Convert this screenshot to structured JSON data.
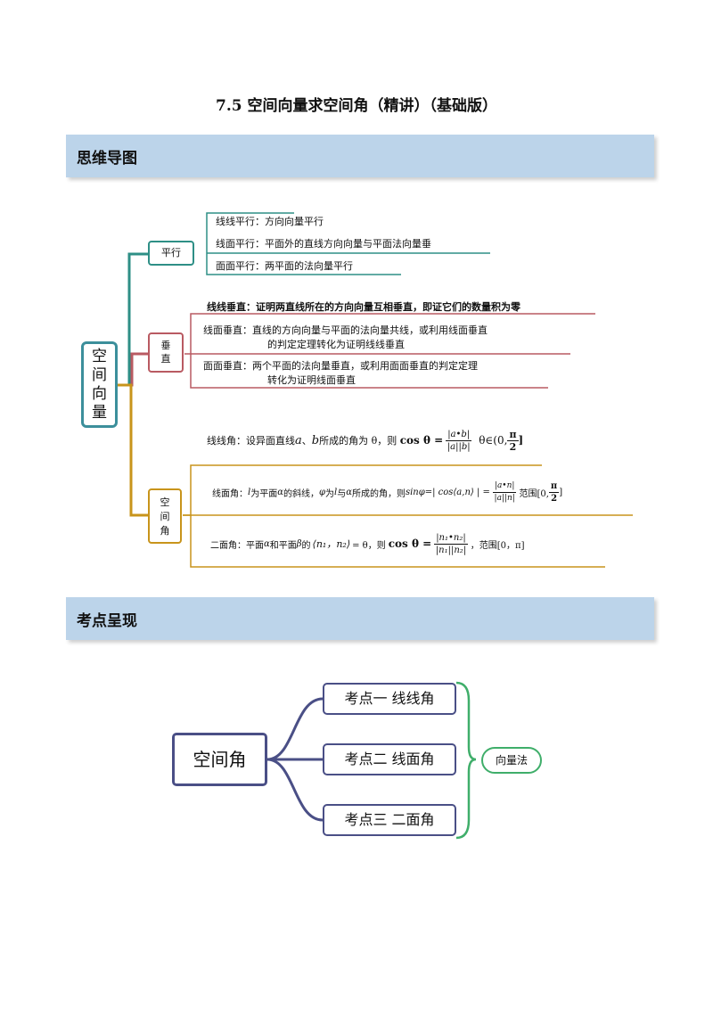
{
  "doc_title": "7.5 空间向量求空间角（精讲）（基础版）",
  "sections": {
    "mindmap": "思维导图",
    "exam_points": "考点呈现"
  },
  "mindmap": {
    "root": [
      "空",
      "间",
      "向",
      "量"
    ],
    "parallel": {
      "label": "平行",
      "items": [
        "线线平行：方向向量平行",
        "线面平行：平面外的直线方向向量与平面法向量垂",
        "面面平行：两平面的法向量平行"
      ]
    },
    "perpendicular": {
      "label": [
        "垂",
        "直"
      ],
      "items": [
        "线线垂直：证明两直线所在的方向向量互相垂直，即证它们的数量积为零",
        "线面垂直：直线的方向向量与平面的法向量共线，或利用线面垂直",
        "的判定定理转化为证明线线垂直",
        "面面垂直：两个平面的法向量垂直，或利用面面垂直的判定定理",
        "转化为证明线面垂直"
      ]
    },
    "angle": {
      "label": [
        "空",
        "间",
        "角"
      ],
      "line_line": {
        "prefix": "线线角：设异面直线",
        "a": "a",
        "sep": "、",
        "b": "b",
        "middle": "所成的角为 θ，则",
        "cos": "cos θ =",
        "num": "|a•b|",
        "den": "|a||b|",
        "range": "θ∈(0,",
        "pi": "π",
        "two": "2",
        "close": "]"
      },
      "line_plane": {
        "prefix": "线面角：",
        "l": "l",
        "t1": "为平面",
        "a": "α",
        "t2": "的斜线，",
        "phi": "φ",
        "t3": "为",
        "t4": "与",
        "t5": "所成的角，则",
        "sin": "sinφ=",
        "cosabs": "| cos⟨a,n⟩ | =",
        "num": "|a•n|",
        "den": "|a||n|",
        "range": "范围[0,",
        "pi": "π",
        "two": "2",
        "close": "]"
      },
      "dihedral": {
        "prefix": "二面角：平面",
        "a": "α",
        "t1": "和平面",
        "b": "β",
        "t2": "的",
        "pair": "⟨n₁，n₂⟩",
        "t3": "= θ，则",
        "cos": "cos θ =",
        "num": "|n₁•n₂|",
        "den": "|n₁||n₂|",
        "range": "，范围[0，π]"
      }
    }
  },
  "exam_map": {
    "root": "空间角",
    "points": [
      "考点一  线线角",
      "考点二  线面角",
      "考点三  二面角"
    ],
    "method": "向量法"
  }
}
